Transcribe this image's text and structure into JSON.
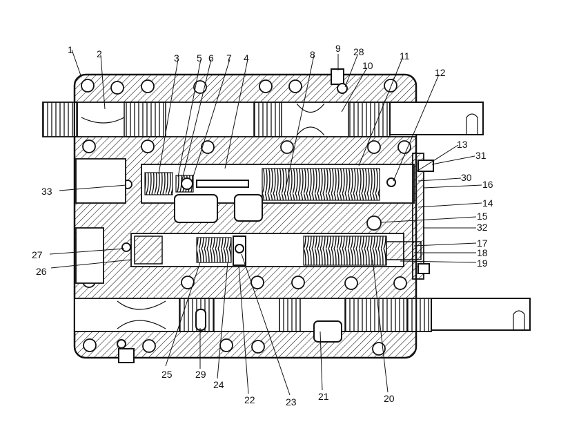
{
  "callouts": [
    "1",
    "2",
    "3",
    "4",
    "5",
    "6",
    "7",
    "8",
    "9",
    "10",
    "11",
    "12",
    "13",
    "14",
    "15",
    "16",
    "17",
    "18",
    "19",
    "20",
    "21",
    "22",
    "23",
    "24",
    "25",
    "26",
    "27",
    "28",
    "29",
    "30",
    "31",
    "32",
    "33"
  ],
  "colors": {
    "ink": "#111111",
    "background": "#ffffff"
  }
}
